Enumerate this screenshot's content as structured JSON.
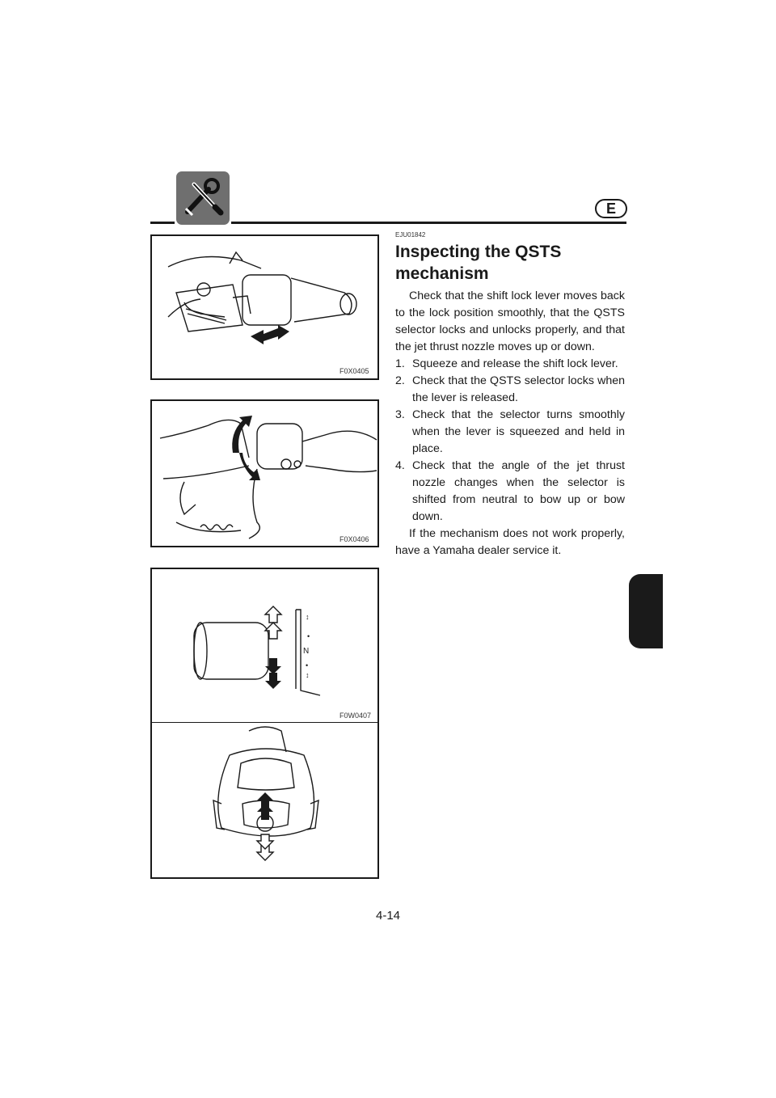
{
  "header": {
    "language_badge": "E",
    "section_icon": "tools-icon"
  },
  "figures": [
    {
      "label": "F0X0405",
      "depicts": "handlebar-grip-shift-lever"
    },
    {
      "label": "F0X0406",
      "depicts": "hands-on-grip-selector"
    },
    {
      "label": "F0W0407",
      "depicts": "qsts-selector-and-craft-top-view",
      "selector_mark": "N"
    }
  ],
  "content": {
    "code": "EJU01842",
    "title": "Inspecting the QSTS mechanism",
    "intro": "Check that the shift lock lever moves back to the lock position smoothly, that the QSTS selector locks and unlocks properly, and that the jet thrust nozzle moves up or down.",
    "steps": [
      {
        "num": "1.",
        "text": "Squeeze and release the shift lock lever."
      },
      {
        "num": "2.",
        "text": "Check that the QSTS selector locks when the lever is released."
      },
      {
        "num": "3.",
        "text": "Check that the selector turns smoothly when the lever is squeezed and held in place."
      },
      {
        "num": "4.",
        "text": "Check that the angle of the jet thrust nozzle changes when the selector is shifted from neutral to bow up or bow down."
      }
    ],
    "closing": "If the mechanism does not work properly, have a Yamaha dealer service it."
  },
  "page_number": "4-14"
}
